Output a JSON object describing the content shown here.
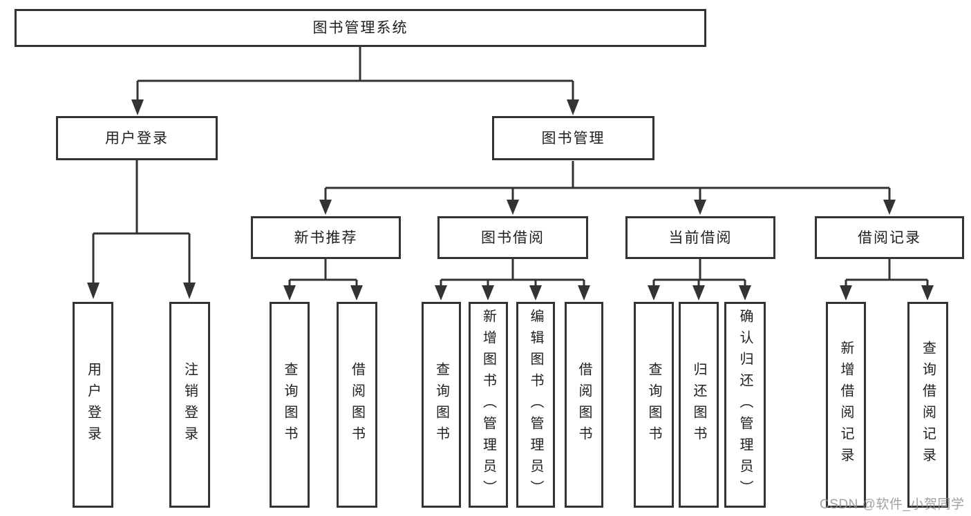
{
  "nodes": {
    "root": "图书管理系统",
    "user_login": "用户登录",
    "book_management": "图书管理",
    "user_login_children": [
      "用户登录",
      "注销登录"
    ],
    "modules": [
      "新书推荐",
      "图书借阅",
      "当前借阅",
      "借阅记录"
    ],
    "new_book_children": [
      "查询图书",
      "借阅图书"
    ],
    "book_borrow_children": [
      "查询图书",
      "新增图书（管理员）",
      "编辑图书（管理员）",
      "借阅图书"
    ],
    "current_borrow_children": [
      "查询图书",
      "归还图书",
      "确认归还（管理员）"
    ],
    "borrow_record_children": [
      "新增借阅记录",
      "查询借阅记录"
    ]
  },
  "watermark": "CSDN @软件_小贺同学",
  "colors": {
    "line": "#333333",
    "text": "#1f1f1f",
    "watermark": "#919191",
    "background": "#ffffff"
  }
}
